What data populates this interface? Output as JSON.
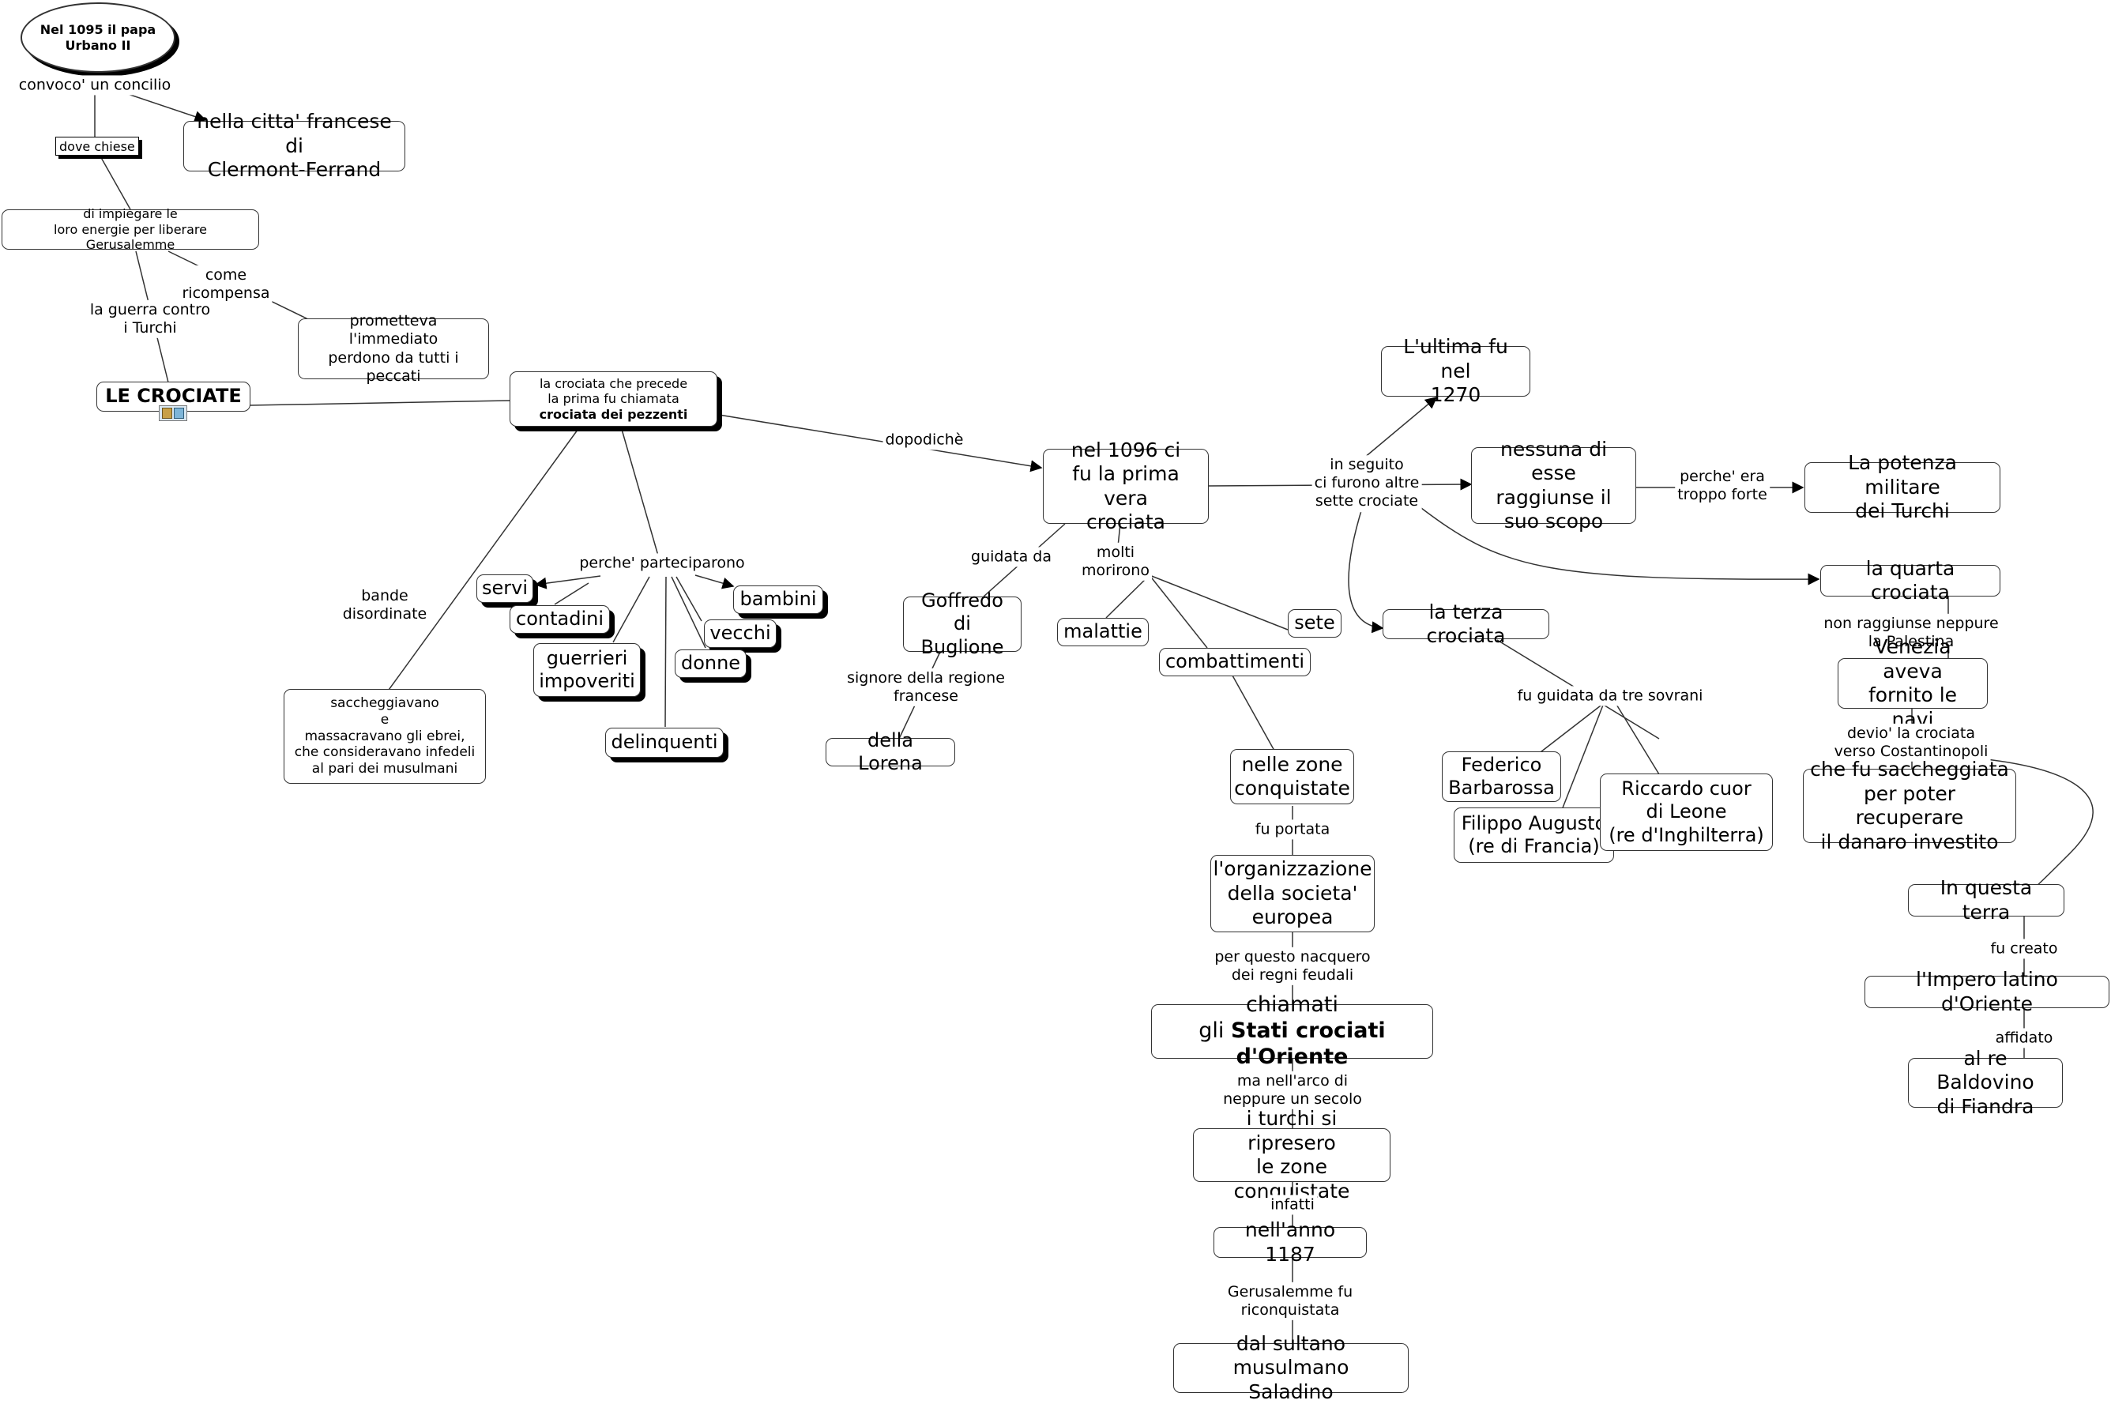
{
  "nodes": {
    "urbano": "Nel 1095 il papa\nUrbano II",
    "clermont": "nella citta' francese di\nClermont-Ferrand",
    "dove_chiese": "dove chiese",
    "impiegare": "di impiegare le\nloro energie per liberare Gerusalemme",
    "prometteva": "prometteva\nl'immediato\nperdono da tutti i peccati",
    "le_crociate": "LE CROCIATE",
    "pezzenti_line1": "la crociata che precede\nla prima fu chiamata",
    "pezzenti_line2": "crociata dei pezzenti",
    "saccheggiavano": "saccheggiavano\ne\nmassacravano gli ebrei,\nche consideravano infedeli\nal pari dei musulmani",
    "servi": "servi",
    "contadini": "contadini",
    "guerrieri": "guerrieri\nimpoveriti",
    "donne": "donne",
    "vecchi": "vecchi",
    "bambini": "bambini",
    "delinquenti": "delinquenti",
    "prima_vera": "nel 1096 ci\nfu la prima vera\ncrociata",
    "goffredo": "Goffredo di\nBuglione",
    "lorena": "della Lorena",
    "malattie": "malattie",
    "sete": "sete",
    "combattimenti": "combattimenti",
    "zone_conquistate": "nelle zone\nconquistate",
    "organizzazione": "l'organizzazione\ndella societa'\neuropea",
    "chiamati_line1": "chiamati",
    "chiamati_prefix": "gli ",
    "chiamati_bold": "Stati crociati d'Oriente",
    "turchi_ripresero": "i turchi si ripresero\nle zone conquistate",
    "anno_1187": "nell'anno 1187",
    "saladino": "dal sultano musulmano\nSaladino",
    "ultima": "L'ultima fu nel\n1270",
    "nessuna": "nessuna di esse\nraggiunse il\nsuo scopo",
    "potenza": "La potenza militare\ndei Turchi",
    "terza": "la terza crociata",
    "quarta": "la quarta crociata",
    "federico": "Federico\nBarbarossa",
    "filippo": "Filippo Augusto\n(re di Francia)",
    "riccardo": "Riccardo cuor\ndi Leone\n(re d'Inghilterra)",
    "venezia": "Venezia aveva\nfornito le navi",
    "saccheggiata": "che fu saccheggiata\nper poter recuperare\nil danaro investito",
    "questa_terra": "In questa terra",
    "impero": "l'Impero latino d'Oriente",
    "baldovino": "al re Baldovino\ndi Fiandra"
  },
  "labels": {
    "convoco": "convoco' un concilio",
    "come_ricompensa": "come\nricompensa",
    "guerra_turchi": "la guerra contro\ni Turchi",
    "bande": "bande\ndisordinate",
    "perche_parteciparono": "perche' parteciparono",
    "dopodiche": "dopodichè",
    "guidata_da": "guidata da",
    "molti_morirono": "molti\nmorirono",
    "signore": "signore della regione\nfrancese",
    "fu_portata": "fu portata",
    "per_questo": "per questo nacquero\ndei regni feudali",
    "ma_arco": "ma nell'arco di\nneppure un secolo",
    "infatti": "infatti",
    "gerusalemme": "Gerusalemme fu\nriconquistata",
    "in_seguito": "in seguito\nci furono altre\nsette crociate",
    "perche_era": "perche' era\ntroppo forte",
    "tre_sovrani": "fu guidata da tre sovrani",
    "non_raggiunse": "non raggiunse neppure\nla Palestina",
    "devio": "devio' la crociata\nverso Costantinopoli",
    "fu_creato": "fu creato",
    "affidato": "affidato"
  },
  "icons": {
    "crociate_attachment": "attachment-icon"
  }
}
